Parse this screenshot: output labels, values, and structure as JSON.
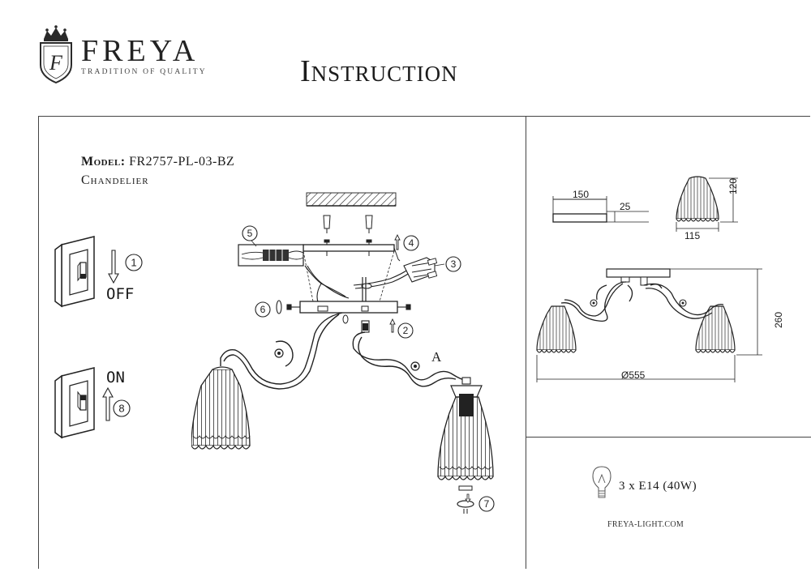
{
  "header": {
    "brand": "FREYA",
    "brand_initial": "F",
    "tagline": "TRADITION OF QUALITY",
    "title": "Instruction"
  },
  "product": {
    "model_label": "Model:",
    "model_value": "FR2757-PL-03-BZ",
    "type": "Chandelier"
  },
  "steps": {
    "s1": "1",
    "s2": "2",
    "s3": "3",
    "s4": "4",
    "s5": "5",
    "s6": "6",
    "s7": "7",
    "s8": "8"
  },
  "switches": {
    "off": "OFF",
    "on": "ON"
  },
  "callout": {
    "a": "A"
  },
  "dimensions": {
    "canopy_width": "150",
    "canopy_height": "25",
    "shade_height": "120",
    "shade_diameter": "115",
    "total_height": "260",
    "total_diameter": "Ø555"
  },
  "spec": {
    "bulbs": "3 x E14 (40W)"
  },
  "footer": {
    "website": "FREYA-LIGHT.COM"
  }
}
